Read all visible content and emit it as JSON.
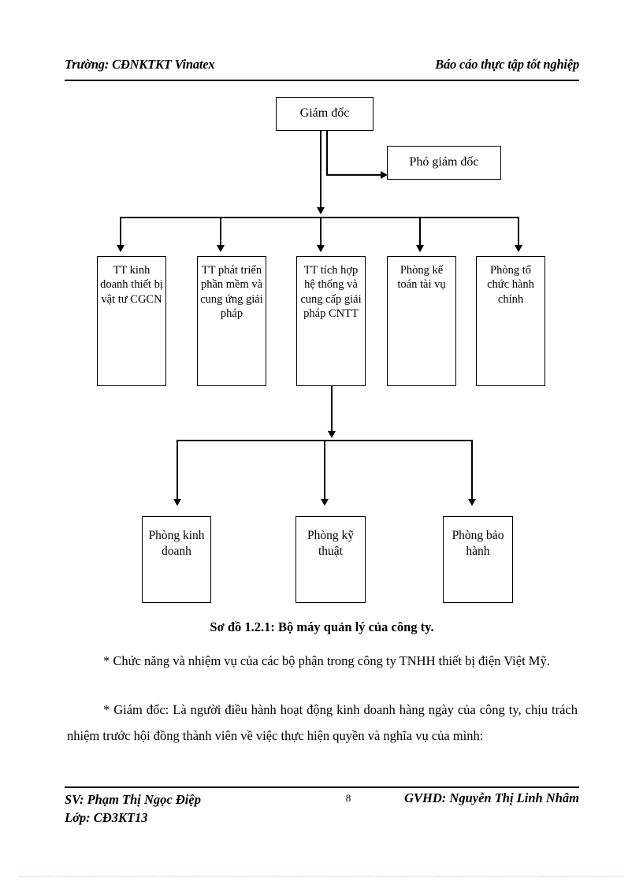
{
  "header": {
    "left": "Trường: CĐNKTKT Vinatex",
    "right": "Báo cáo thực tập tốt nghiệp"
  },
  "diagram": {
    "director": "Giám đốc",
    "deputy_director": "Phó giám đốc",
    "mid_level": [
      "TT kinh doanh thiết bị vật tư CGCN",
      "TT phát triển phần mềm và cung ứng giải pháp",
      "TT tích hợp hệ thống và cung cấp giải pháp CNTT",
      "Phòng kế toán tài vụ",
      "Phòng tổ chức hành chính"
    ],
    "bottom_level": [
      "Phòng kinh doanh",
      "Phòng kỹ thuật",
      "Phòng bảo hành"
    ]
  },
  "caption": "Sơ đồ 1.2.1: Bộ máy quản lý của công ty.",
  "body": {
    "paragraph1": "* Chức năng và nhiệm vụ của các bộ phận trong công ty TNHH thiết bị điện Việt Mỹ.",
    "paragraph2": "* Giám đốc: Là người điều hành hoạt động kinh doanh hàng ngày của công ty, chịu trách nhiệm trước hội đồng thành viên về việc thực hiện quyền và nghĩa vụ của mình:"
  },
  "footer": {
    "student_line1": "SV: Phạm Thị Ngọc Điệp",
    "student_line2": "Lớp: CĐ3KT13",
    "supervisor": "GVHD: Nguyễn Thị Linh Nhâm",
    "page_number": "8"
  }
}
